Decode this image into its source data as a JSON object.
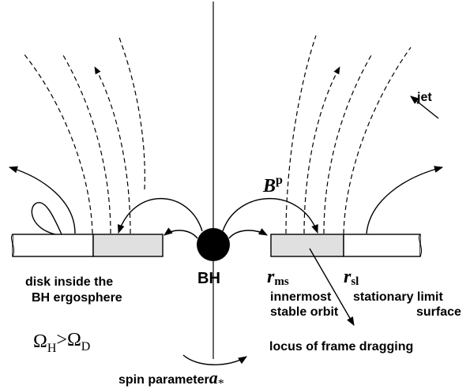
{
  "labels": {
    "jet": "jet",
    "bh": "BH",
    "disk_inside_1": "disk inside the",
    "disk_inside_2": "BH ergosphere",
    "omega_h": "Ω",
    "omega_h_sub": "H",
    "omega_gt": ">",
    "omega_d": "Ω",
    "omega_d_sub": "D",
    "bp_main": "B",
    "bp_sup": "p",
    "r_ms_main": "r",
    "r_ms_sub": "ms",
    "r_sl_main": "r",
    "r_sl_sub": "sl",
    "innermost_1": "innermost",
    "innermost_2": "stable orbit",
    "stationary_1": "stationary limit",
    "stationary_2": "surface",
    "locus": "locus of frame dragging",
    "spin_param": "spin parameter",
    "spin_symbol": "a",
    "spin_sub": "*"
  },
  "colors": {
    "line": "#000000",
    "disk_shaded": "#e0e0e0",
    "disk_plain": "#ffffff",
    "black_hole": "#000000"
  }
}
